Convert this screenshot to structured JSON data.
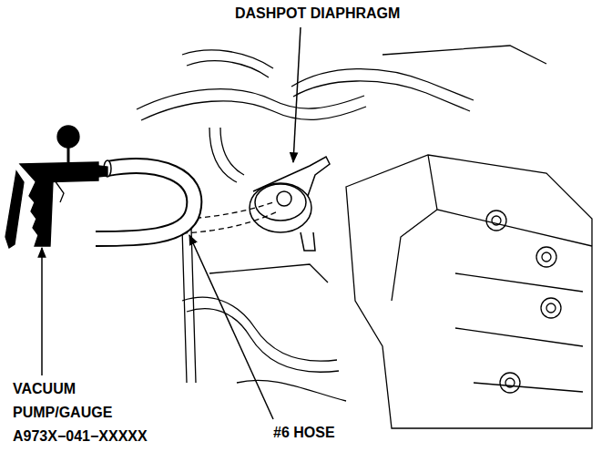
{
  "diagram": {
    "labels": [
      "DASHPOT DIAPHRAGM",
      "VACUUM PUMP/GAUGE",
      "A973X−041−XXXXX",
      "#6 HOSE"
    ]
  }
}
